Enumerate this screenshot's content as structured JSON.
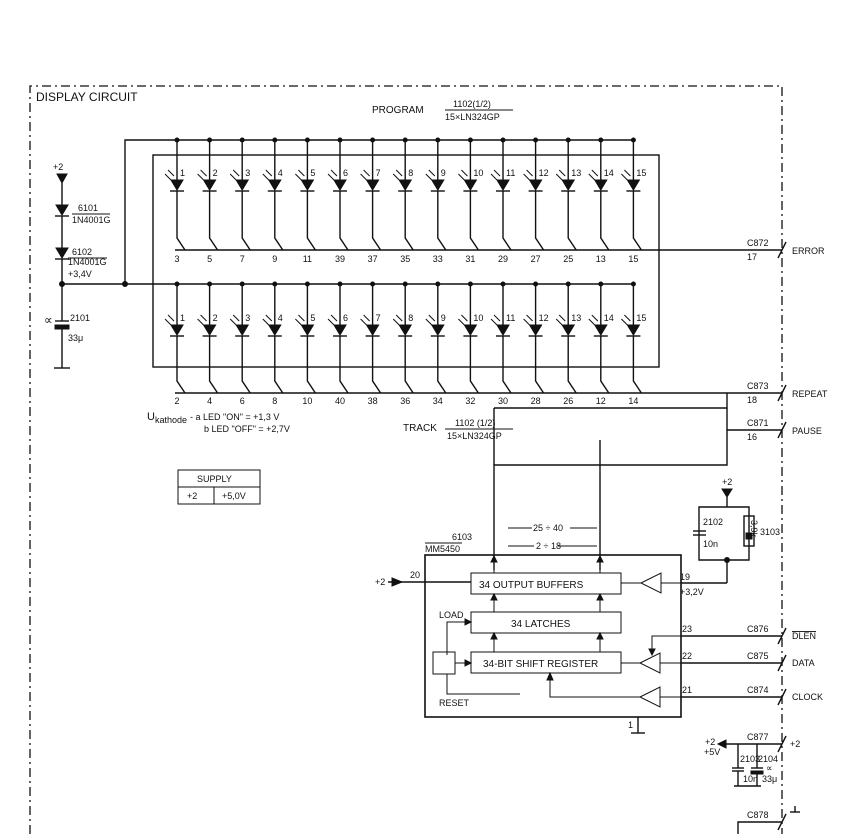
{
  "frame": {
    "title": "DISPLAY CIRCUIT"
  },
  "program": {
    "label": "PROGRAM",
    "part_top": "1102(1/2)",
    "part_bottom": "15×LN324GP",
    "led_numbers": [
      "1",
      "2",
      "3",
      "4",
      "5",
      "6",
      "7",
      "8",
      "9",
      "10",
      "11",
      "12",
      "13",
      "14",
      "15"
    ],
    "pins": [
      "3",
      "5",
      "7",
      "9",
      "11",
      "39",
      "37",
      "35",
      "33",
      "31",
      "29",
      "27",
      "25",
      "13",
      "15"
    ]
  },
  "track": {
    "label": "TRACK",
    "part_top": "1102 (1/2)",
    "part_bottom": "15×LN324GP",
    "led_numbers": [
      "1",
      "2",
      "3",
      "4",
      "5",
      "6",
      "7",
      "8",
      "9",
      "10",
      "11",
      "12",
      "13",
      "14",
      "15"
    ],
    "pins": [
      "2",
      "4",
      "6",
      "8",
      "10",
      "40",
      "38",
      "36",
      "34",
      "32",
      "30",
      "28",
      "26",
      "12",
      "14"
    ]
  },
  "supply_left": {
    "v_in": "+2",
    "d1_ref": "6101",
    "d1_type": "1N4001G",
    "d2_ref": "6102",
    "d2_type": "1N4001G",
    "v_out": "+3,4V",
    "cap_sym": "∝",
    "cap_ref": "2101",
    "cap_val": "33μ"
  },
  "kathode_note": {
    "u": "U",
    "sub": "kathode",
    "line_a": "- a  LED \"ON\"   = +1,3 V",
    "line_b": "b  LED \"OFF\" = +2,7V"
  },
  "supply_table": {
    "title": "SUPPLY",
    "rail": "+2",
    "voltage": "+5,0V"
  },
  "connectors": {
    "error": {
      "ref": "C872",
      "pin": "17",
      "label": "ERROR"
    },
    "repeat": {
      "ref": "C873",
      "pin": "18",
      "label": "REPEAT"
    },
    "pause": {
      "ref": "C871",
      "pin": "16",
      "label": "PAUSE"
    },
    "dlen": {
      "ref": "C876",
      "pin": "23",
      "label": "DLEN"
    },
    "data": {
      "ref": "C875",
      "pin": "22",
      "label": "DATA"
    },
    "clock": {
      "ref": "C874",
      "pin": "21",
      "label": "CLOCK"
    },
    "c877": {
      "ref": "C877",
      "label": "+2"
    },
    "c878": {
      "ref": "C878"
    }
  },
  "ic": {
    "ref": "6103",
    "type": "MM5450",
    "bus1": "25 ÷ 40",
    "bus2": "2 ÷ 18",
    "vin_label": "+2",
    "vin_pin": "20",
    "output_buffers": "34  OUTPUT  BUFFERS",
    "latches": "34  LATCHES",
    "shift_register": "34-BIT  SHIFT  REGISTER",
    "load": "LOAD",
    "reset": "RESET",
    "pin19": "19",
    "pin19_v": "+3,2V",
    "gnd_pin": "1"
  },
  "rc": {
    "v": "+2",
    "cap_ref": "2102",
    "cap_val": "10n",
    "res_val": "3,9k",
    "res_ref": "3103"
  },
  "decoupling": {
    "v_label": "+2",
    "v_val": "+5V",
    "c1_ref": "2103",
    "c1_val": "10n",
    "c2_ref": "2104",
    "c2_sym": "∝",
    "c2_val": "33μ"
  }
}
